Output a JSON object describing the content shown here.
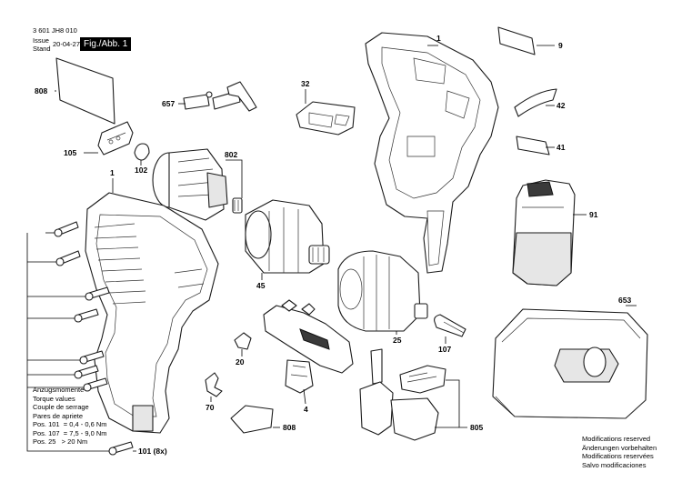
{
  "header": {
    "doc_number": "3 601 JH8 010",
    "issue_label_1": "Issue",
    "issue_label_2": "Stand",
    "issue_date": "20-04-27",
    "figure_label": "Fig./Abb. 1"
  },
  "torque_table": {
    "lines": [
      "Anzugsmomente",
      "Torque values",
      "Couple de serrage",
      "Pares de apriete",
      "Pos. 101  = 0,4 - 0,6 Nm",
      "Pos. 107  = 7,5 - 9,0 Nm",
      "Pos. 25   > 20 Nm"
    ]
  },
  "modification_notes": {
    "lines": [
      "Modifications reserved",
      "Änderungen vorbehalten",
      "Modifications reservées",
      "Salvo modificaciones"
    ]
  },
  "part_labels": {
    "p1_top": "1",
    "p1_left": "1",
    "p9": "9",
    "p42": "42",
    "p41": "41",
    "p91": "91",
    "p653": "653",
    "p808_top": "808",
    "p808_bottom": "808",
    "p657": "657",
    "p32": "32",
    "p105": "105",
    "p102": "102",
    "p802": "802",
    "p45": "45",
    "p25": "25",
    "p107": "107",
    "p20": "20",
    "p4": "4",
    "p70": "70",
    "p805": "805",
    "p101": "101 (8x)"
  }
}
